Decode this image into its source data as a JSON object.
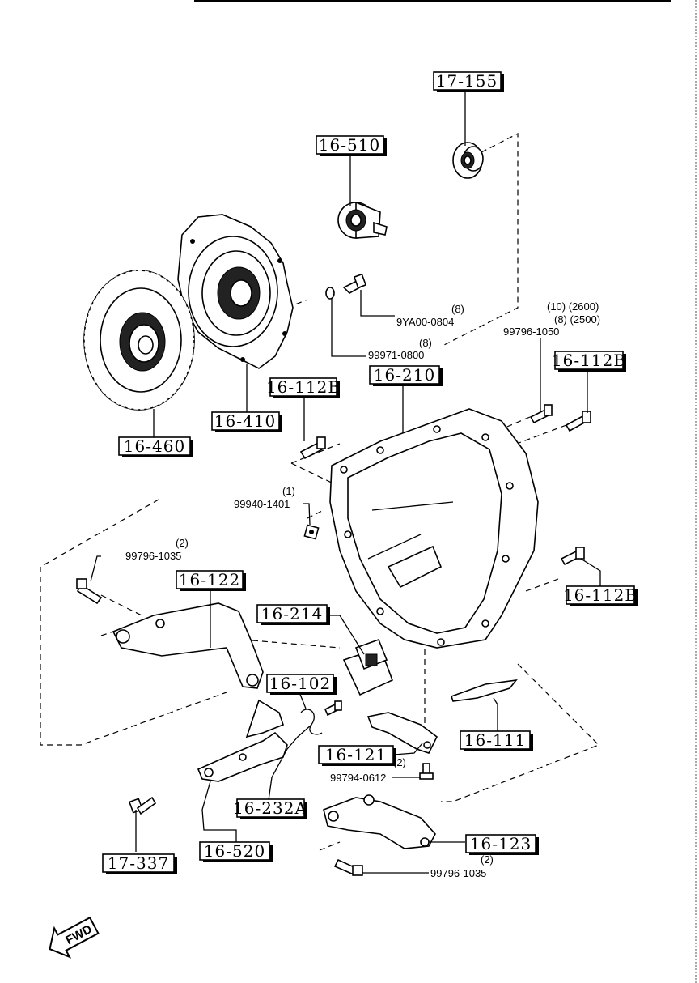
{
  "callouts": {
    "c17_155": "17-155",
    "c16_510": "16-510",
    "c16_410": "16-410",
    "c16_460": "16-460",
    "c16_112b_a": "16-112B",
    "c16_210": "16-210",
    "c16_112b_b": "16-112B",
    "c16_112b_c": "16-112B",
    "c16_122": "16-122",
    "c16_214": "16-214",
    "c16_102": "16-102",
    "c16_111": "16-111",
    "c16_121": "16-121",
    "c16_232a": "16-232A",
    "c16_520": "16-520",
    "c17_337": "17-337",
    "c16_123": "16-123"
  },
  "parts": {
    "p9ya00_qty": "(8)",
    "p9ya00": "9YA00-0804",
    "p99971_qty": "(8)",
    "p99971": "99971-0800",
    "p99796_1050_qty1": "(10) (2600)",
    "p99796_1050_qty2": "(8) (2500)",
    "p99796_1050": "99796-1050",
    "p99940_qty": "(1)",
    "p99940": "99940-1401",
    "p99796_1035a_qty": "(2)",
    "p99796_1035a": "99796-1035",
    "p99794_qty": "(2)",
    "p99794": "99794-0612",
    "p99796_1035b_qty": "(2)",
    "p99796_1035b": "99796-1035"
  },
  "fwd_label": "FWD"
}
